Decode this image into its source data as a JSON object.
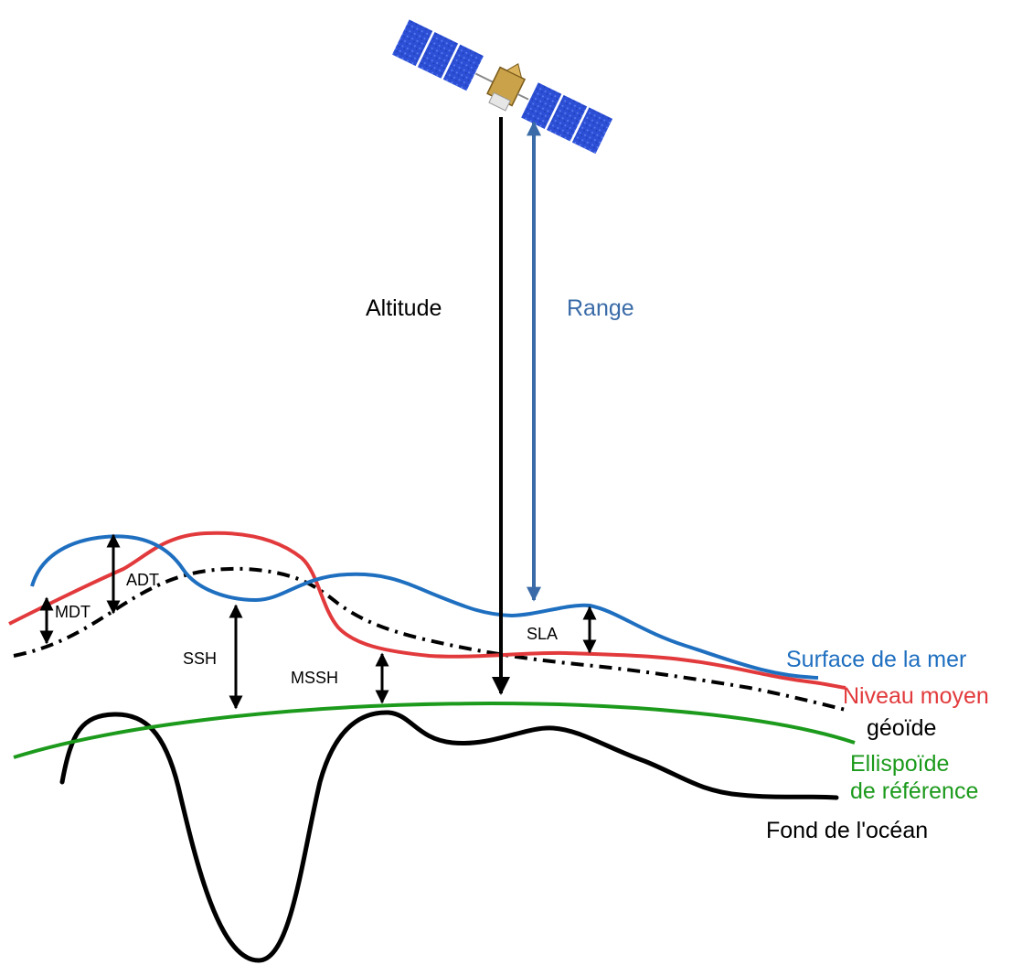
{
  "labels": {
    "altitude": "Altitude",
    "range": "Range",
    "adt": "ADT",
    "mdt": "MDT",
    "ssh": "SSH",
    "mssh": "MSSH",
    "sla": "SLA",
    "sea_surface": "Surface de la mer",
    "mean_level": "Niveau moyen",
    "geoid": "géoïde",
    "ellipsoid_line1": "Ellispoïde",
    "ellipsoid_line2": "de référence",
    "ocean_floor": "Fond de l'océan"
  },
  "colors": {
    "sea_surface": "#1f6fc0",
    "mean_level": "#e23a3c",
    "geoid": "#000000",
    "ellipsoid": "#1c9a1c",
    "ocean_floor": "#000000",
    "range": "#3a6ba8",
    "altitude": "#000000",
    "panel": "#2c4fd6",
    "satellite_body": "#c9a24a"
  },
  "icons": {
    "satellite": "satellite-icon"
  }
}
